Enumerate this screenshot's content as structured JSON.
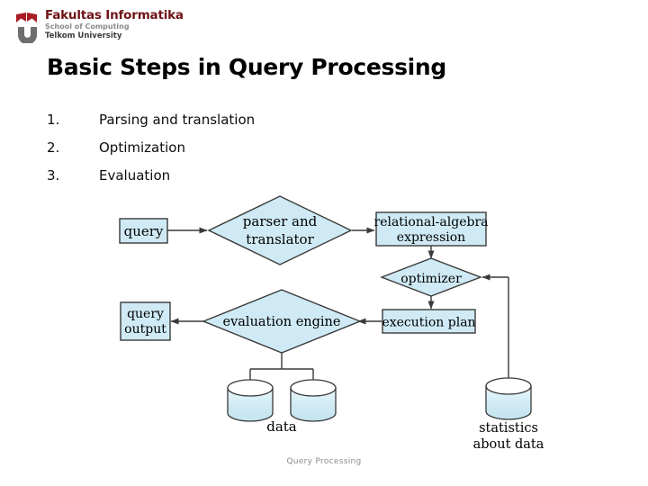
{
  "logo": {
    "line1": "Fakultas Informatika",
    "line2": "School of Computing",
    "line3": "Telkom University",
    "mark_color": "#a81d24",
    "u_color": "#6e6e6e"
  },
  "title": "Basic Steps in Query Processing",
  "steps": [
    {
      "num": "1.",
      "label": "Parsing and translation"
    },
    {
      "num": "2.",
      "label": "Optimization"
    },
    {
      "num": "3.",
      "label": "Evaluation"
    }
  ],
  "diagram": {
    "type": "flowchart",
    "fill_color": "#cfeaf4",
    "stroke_color": "#3a3a3a",
    "nodes": {
      "query": {
        "shape": "rect",
        "label": "query"
      },
      "parser": {
        "shape": "diamond",
        "label_line1": "parser and",
        "label_line2": "translator"
      },
      "relalg": {
        "shape": "rect",
        "label_line1": "relational-algebra",
        "label_line2": "expression"
      },
      "optimizer": {
        "shape": "diamond",
        "label": "optimizer"
      },
      "execution_plan": {
        "shape": "rect",
        "label": "execution plan"
      },
      "evaluation_engine": {
        "shape": "diamond",
        "label": "evaluation engine"
      },
      "query_output": {
        "shape": "rect",
        "label_line1": "query",
        "label_line2": "output"
      },
      "data": {
        "shape": "cylinder",
        "label": "data",
        "count": 2
      },
      "statistics": {
        "shape": "cylinder",
        "label_line1": "statistics",
        "label_line2": "about data"
      }
    },
    "edges": [
      {
        "from": "query",
        "to": "parser"
      },
      {
        "from": "parser",
        "to": "relalg"
      },
      {
        "from": "relalg",
        "to": "optimizer"
      },
      {
        "from": "optimizer",
        "to": "execution_plan"
      },
      {
        "from": "execution_plan",
        "to": "evaluation_engine"
      },
      {
        "from": "evaluation_engine",
        "to": "query_output"
      },
      {
        "from": "evaluation_engine",
        "to": "data"
      },
      {
        "from": "statistics",
        "to": "optimizer"
      }
    ]
  },
  "footer": "Query Processing"
}
